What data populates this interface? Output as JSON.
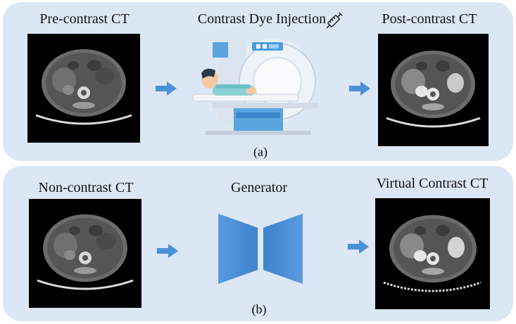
{
  "panel_a": {
    "pre_label": "Pre-contrast CT",
    "middle_label": "Contrast Dye Injection",
    "post_label": "Post-contrast CT",
    "caption": "(a)"
  },
  "panel_b": {
    "non_label": "Non-contrast CT",
    "middle_label": "Generator",
    "virtual_label": "Virtual Contrast CT",
    "caption": "(b)"
  },
  "colors": {
    "panel_bg": "#dce7f5",
    "arrow": "#4a90d9",
    "generator": "#4f8fd6"
  },
  "icons": [
    "syringe-icon",
    "ct-scanner-illustration",
    "right-arrow-icon"
  ]
}
